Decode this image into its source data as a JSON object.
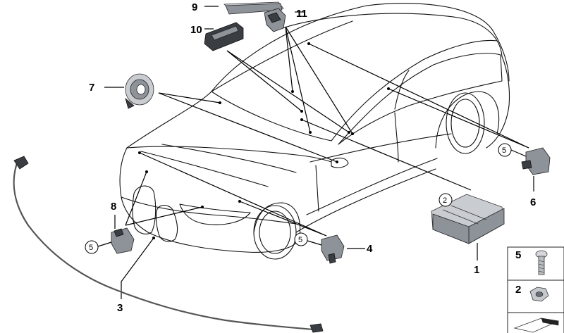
{
  "callouts": {
    "c1": "1",
    "c2": "2",
    "c3": "3",
    "c4": "4",
    "c5a": "5",
    "c5b": "5",
    "c5c": "5",
    "c6": "6",
    "c7": "7",
    "c8": "8",
    "c9": "9",
    "c10": "10",
    "c11": "11"
  },
  "legend": {
    "item5": "5",
    "item2": "2"
  }
}
